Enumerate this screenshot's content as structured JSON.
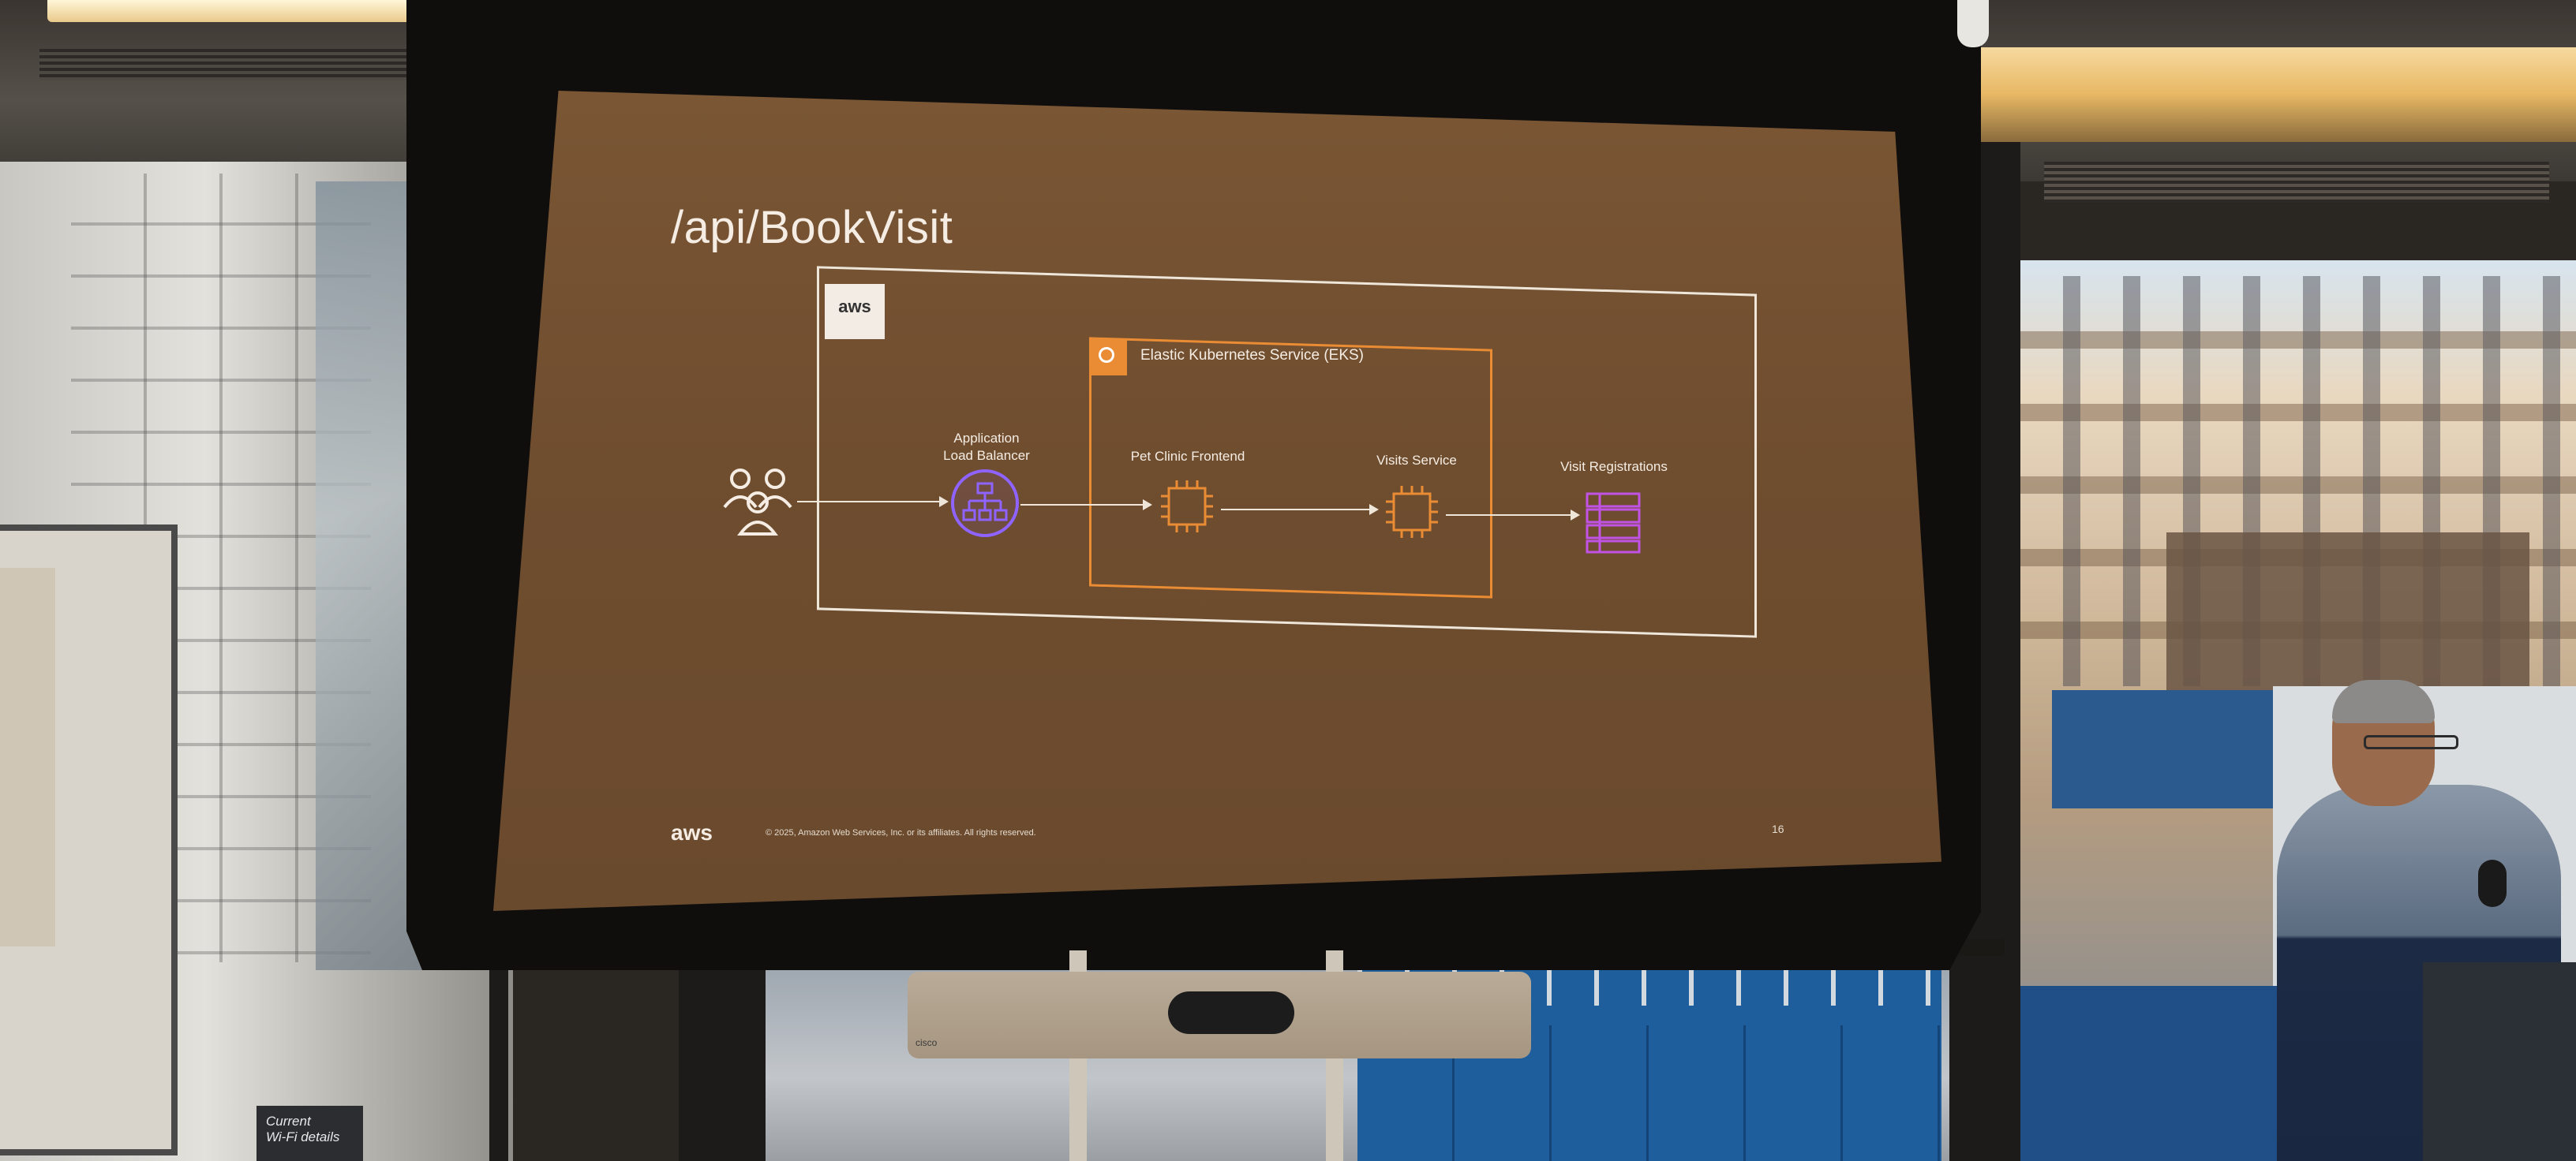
{
  "slide": {
    "title": "/api/BookVisit",
    "aws_badge": "aws",
    "eks_label": "Elastic Kubernetes Service (EKS)",
    "nodes": {
      "alb_label_line1": "Application",
      "alb_label_line2": "Load Balancer",
      "frontend_label": "Pet Clinic Frontend",
      "visits_label": "Visits Service",
      "registrations_label": "Visit Registrations"
    },
    "footer": {
      "logo": "aws",
      "copyright": "© 2025, Amazon Web Services, Inc. or its affiliates. All rights reserved.",
      "page_number": "16"
    }
  },
  "room": {
    "wifi_sign_line1": "Current",
    "wifi_sign_line2": "Wi-Fi details",
    "camera_brand": "cisco"
  },
  "colors": {
    "slide_bg": "#7a5634",
    "eks_orange": "#e98c34",
    "alb_purple": "#8f63ff",
    "db_magenta": "#c152e6",
    "text_light": "#f5ede3"
  },
  "icons": [
    "users-icon",
    "load-balancer-icon",
    "chip-icon",
    "database-table-icon",
    "eks-icon"
  ]
}
